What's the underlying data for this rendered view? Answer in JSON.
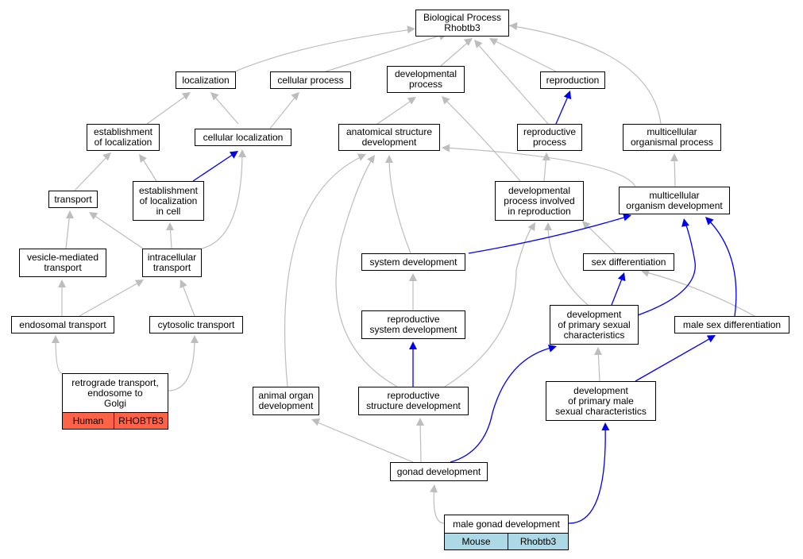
{
  "edge_colors": {
    "is_a": "#bdbdbd",
    "part_of": "#0000ee"
  },
  "nodes": {
    "bp": "Biological Process\nRhobtb3",
    "localization": "localization",
    "cellular_process": "cellular process",
    "developmental_process": "developmental\nprocess",
    "reproduction": "reproduction",
    "establishment_of_localization": "establishment\nof localization",
    "cellular_localization": "cellular localization",
    "anatomical_structure_development": "anatomical structure\ndevelopment",
    "reproductive_process": "reproductive\nprocess",
    "multicellular_organismal_process": "multicellular\norganismal process",
    "transport": "transport",
    "establishment_of_localization_in_cell": "establishment\nof localization\nin cell",
    "developmental_process_in_reproduction": "developmental\nprocess involved\nin reproduction",
    "multicellular_organism_development": "multicellular\norganism development",
    "vesicle_mediated_transport": "vesicle-mediated\ntransport",
    "intracellular_transport": "intracellular\ntransport",
    "system_development": "system development",
    "sex_differentiation": "sex differentiation",
    "endosomal_transport": "endosomal transport",
    "cytosolic_transport": "cytosolic transport",
    "reproductive_system_development": "reproductive\nsystem development",
    "development_of_primary_sexual_characteristics": "development\nof primary sexual\ncharacteristics",
    "male_sex_differentiation": "male sex differentiation",
    "retrograde_transport": "retrograde transport,\nendosome to\nGolgi",
    "animal_organ_development": "animal organ\ndevelopment",
    "reproductive_structure_development": "reproductive\nstructure development",
    "development_of_primary_male_sexual_characteristics": "development\nof primary male\nsexual characteristics",
    "gonad_development": "gonad development",
    "male_gonad_development": "male gonad development"
  },
  "annotations": {
    "human": {
      "species": "Human",
      "gene": "RHOBTB3",
      "color": "#ff6347"
    },
    "mouse": {
      "species": "Mouse",
      "gene": "Rhobtb3",
      "color": "#add8e6"
    }
  }
}
